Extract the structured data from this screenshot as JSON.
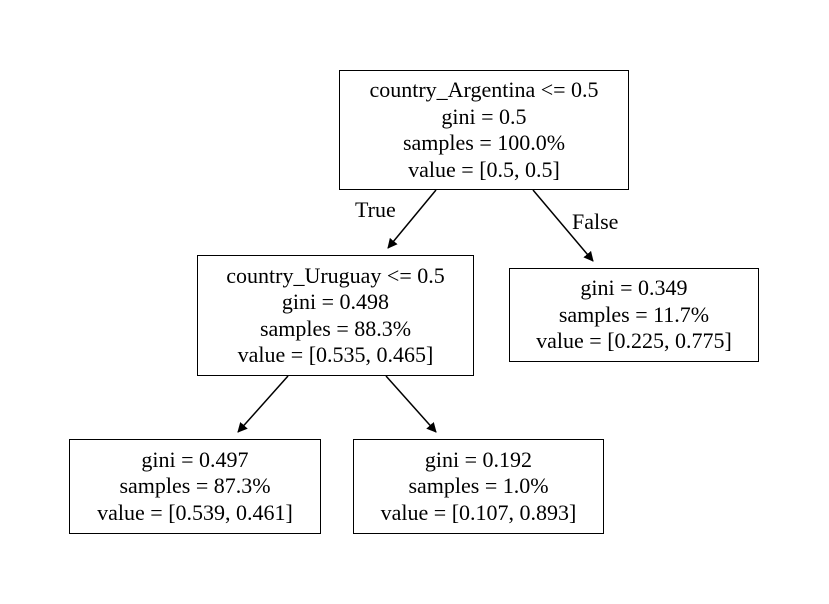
{
  "tree": {
    "root": {
      "condition": "country_Argentina <= 0.5",
      "gini": "gini = 0.5",
      "samples": "samples = 100.0%",
      "value": "value = [0.5, 0.5]"
    },
    "left": {
      "condition": "country_Uruguay <= 0.5",
      "gini": "gini = 0.498",
      "samples": "samples = 88.3%",
      "value": "value = [0.535, 0.465]"
    },
    "right_leaf": {
      "gini": "gini = 0.349",
      "samples": "samples = 11.7%",
      "value": "value = [0.225, 0.775]"
    },
    "left_left_leaf": {
      "gini": "gini = 0.497",
      "samples": "samples = 87.3%",
      "value": "value = [0.539, 0.461]"
    },
    "left_right_leaf": {
      "gini": "gini = 0.192",
      "samples": "samples = 1.0%",
      "value": "value = [0.107, 0.893]"
    },
    "edge_labels": {
      "true": "True",
      "false": "False"
    }
  }
}
